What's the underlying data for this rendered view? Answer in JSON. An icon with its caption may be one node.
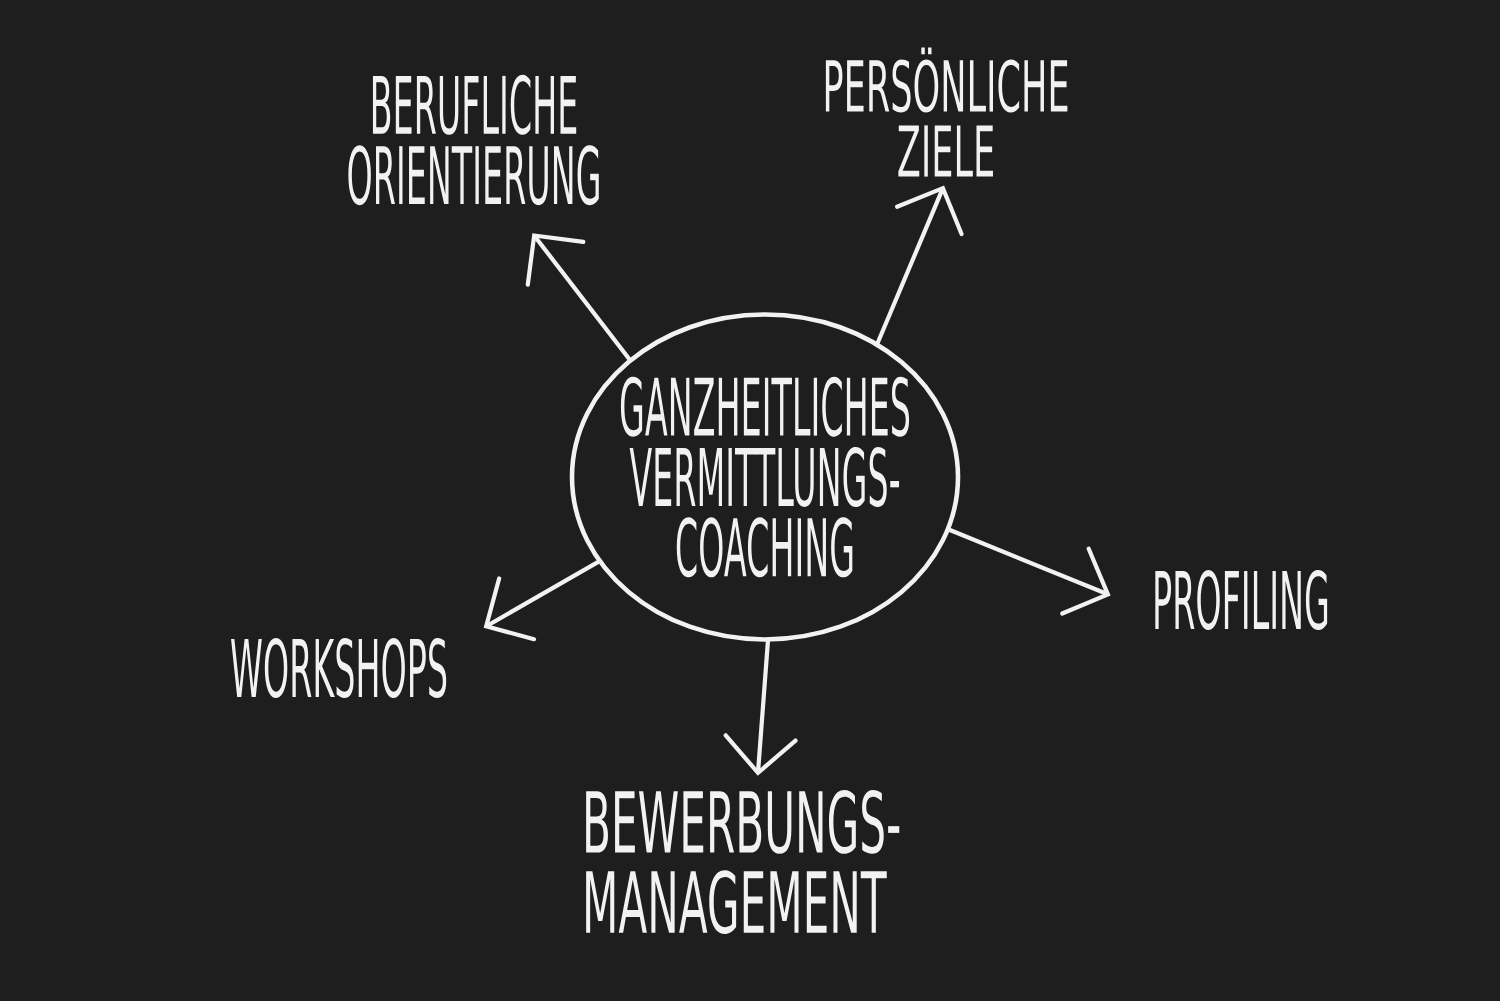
{
  "diagram": {
    "nodes": [
      {
        "text": [
          "BERUFLICHE ORIENTIERUNG"
        ]
      },
      {
        "text": [
          "PERSÖNLICHE ZIELE"
        ]
      },
      {
        "text": [
          "GANZHEITLICHES VERMITTLUNGS- COACHING"
        ]
      },
      {
        "text": [
          "WORKSHOPS"
        ]
      },
      {
        "text": [
          "PROFILING"
        ]
      },
      {
        "text": [
          "BEWERBUNGS- MANAGEMENT"
        ]
      }
    ],
    "edges": [
      {
        "from": 2,
        "to": 0,
        "arrow": "to"
      },
      {
        "from": 2,
        "to": 1,
        "arrow": "to"
      },
      {
        "from": 2,
        "to": 3,
        "arrow": "to"
      },
      {
        "from": 2,
        "to": 4,
        "arrow": "to"
      },
      {
        "from": 2,
        "to": 5,
        "arrow": "to"
      }
    ]
  }
}
